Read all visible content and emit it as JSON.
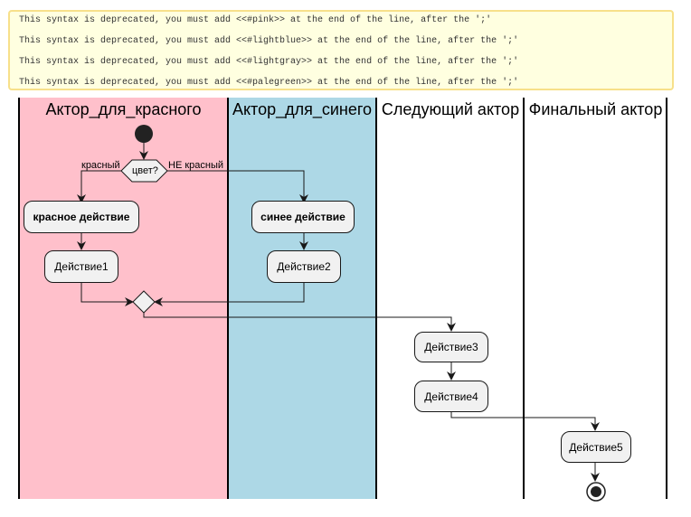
{
  "warnings": [
    "This syntax is deprecated, you must add <<#pink>> at the end of the line, after the ';'",
    "This syntax is deprecated, you must add <<#lightblue>> at the end of the line, after the ';'",
    "This syntax is deprecated, you must add <<#lightgray>> at the end of the line, after the ';'",
    "This syntax is deprecated, you must add <<#palegreen>> at the end of the line, after the ';'"
  ],
  "lanes": [
    {
      "title": "Актор_для_красного",
      "color": "#ffc0cb"
    },
    {
      "title": "Актор_для_синего",
      "color": "#add8e6"
    },
    {
      "title": "Следующий актор",
      "color": "#ffffff"
    },
    {
      "title": "Финальный актор",
      "color": "#ffffff"
    }
  ],
  "decision": {
    "question": "цвет?",
    "yes_label": "красный",
    "no_label": "НЕ красный"
  },
  "nodes": {
    "red_action": "красное действие",
    "blue_action": "синее действие",
    "action1": "Действие1",
    "action2": "Действие2",
    "action3": "Действие3",
    "action4": "Действие4",
    "action5": "Действие5"
  }
}
